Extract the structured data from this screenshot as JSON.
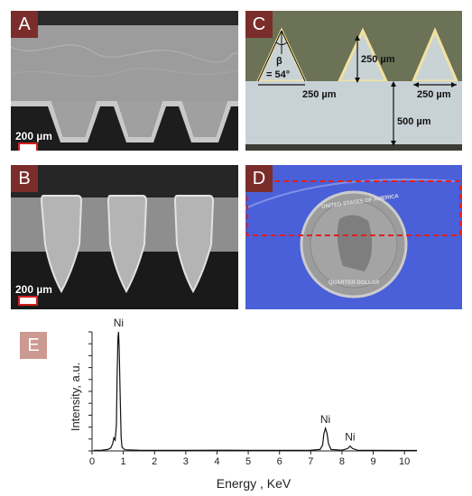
{
  "panels": {
    "a": {
      "letter": "A",
      "scale_label": "200 µm"
    },
    "b": {
      "letter": "B",
      "scale_label": "200 µm"
    },
    "c": {
      "letter": "C",
      "angle_symbol": "β",
      "angle_value": "= 54°",
      "dim_height": "250 µm",
      "dim_base": "250 µm",
      "dim_gap": "250 µm",
      "dim_substrate": "500 µm"
    },
    "d": {
      "letter": "D",
      "coin_top_text": "UNITED STATES OF AMERICA",
      "coin_bottom_text": "QUARTER DOLLAR"
    },
    "e": {
      "letter": "E"
    }
  },
  "colors": {
    "panel_letter_bg": "#7a2d2a",
    "panel_e_letter_bg": "#cc9a90",
    "scale_bar_border": "#d21f1f",
    "highlight_box": "#e02020",
    "spectrum_line": "#111111"
  },
  "chart_data": {
    "type": "line",
    "title": "",
    "xlabel": "Energy , KeV",
    "ylabel": "Intensity, a.u.",
    "xlim": [
      0,
      10.4
    ],
    "ylim": [
      0,
      100
    ],
    "x_ticks": [
      0,
      1,
      2,
      3,
      4,
      5,
      6,
      7,
      8,
      9,
      10
    ],
    "y_ticks_labeled": false,
    "peaks": [
      {
        "x": 0.85,
        "y": 100,
        "label": "Ni"
      },
      {
        "x": 7.47,
        "y": 19,
        "label": "Ni"
      },
      {
        "x": 8.26,
        "y": 4,
        "label": "Ni"
      }
    ],
    "series": [
      {
        "x": [
          0.05,
          0.3,
          0.5,
          0.6,
          0.66,
          0.7,
          0.74,
          0.78,
          0.8,
          0.83,
          0.85,
          0.87,
          0.9,
          0.93,
          0.96,
          1.05,
          1.5,
          2.0,
          3.0,
          4.0,
          5.0,
          6.0,
          7.0,
          7.3,
          7.38,
          7.42,
          7.47,
          7.52,
          7.57,
          7.65,
          8.0,
          8.18,
          8.26,
          8.34,
          8.5,
          9.0,
          10.0,
          10.4
        ],
        "y": [
          0.5,
          0.6,
          1.2,
          2.5,
          6,
          11,
          9,
          22,
          60,
          95,
          100,
          85,
          45,
          12,
          3,
          1,
          0.6,
          0.5,
          0.5,
          0.6,
          0.5,
          0.5,
          0.6,
          1.2,
          5,
          14,
          19,
          15,
          6,
          1.2,
          0.6,
          2,
          4,
          2,
          0.6,
          0.5,
          0.4,
          0.4
        ]
      }
    ]
  }
}
